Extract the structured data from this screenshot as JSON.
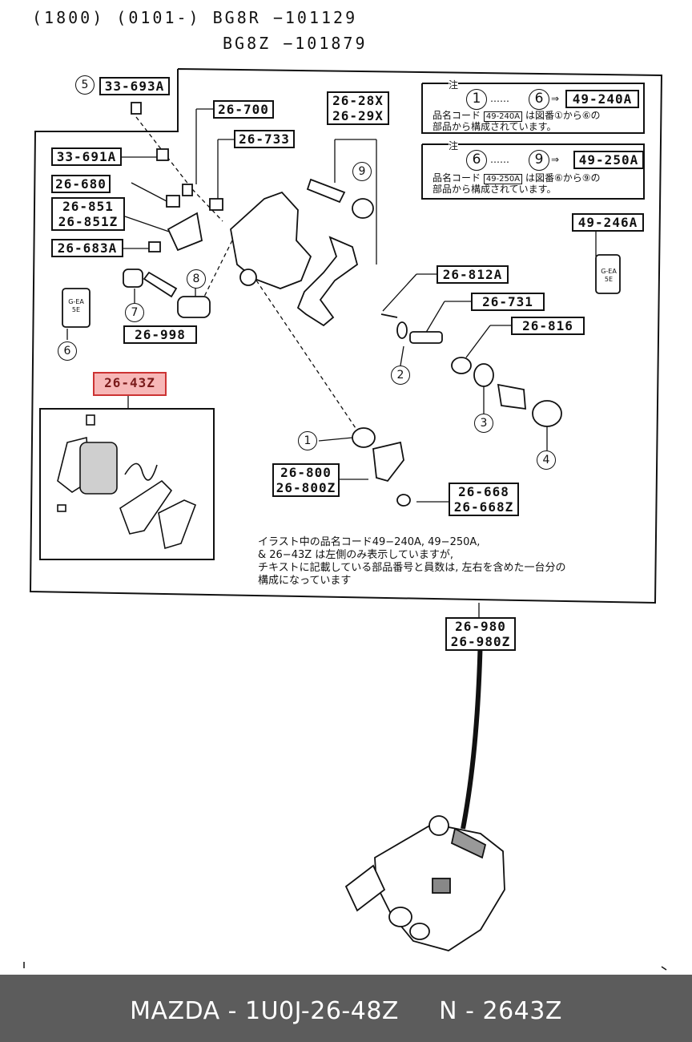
{
  "header": {
    "line1": "(1800) (0101-) BG8R −101129",
    "line2": "BG8Z −101879"
  },
  "notes": {
    "note1": {
      "mark": "注",
      "range_from": "1",
      "dots": "……",
      "range_to": "6",
      "arrow": "⇒",
      "code": "49-240A",
      "line1": "品名コード",
      "line1_code": "49-240A",
      "line1_tail": "は図番①から⑥の",
      "line2": "部品から構成されています。"
    },
    "note2": {
      "mark": "注",
      "range_from": "6",
      "dots": "……",
      "range_to": "9",
      "arrow": "⇒",
      "code": "49-250A",
      "line1": "品名コード",
      "line1_code": "49-250A",
      "line1_tail": "は図番⑥から⑨の",
      "line2": "部品から構成されています。"
    },
    "bottom_note": [
      "イラスト中の品名コード49−240A, 49−250A,",
      "& 26−43Z は左側のみ表示していますが,",
      "チキストに記載している部品番号と員数は, 左右を含めた一台分の",
      "構成になっています"
    ]
  },
  "parts": {
    "p33_693A": "33-693A",
    "p26_700": "26-700",
    "p26_733": "26-733",
    "p26_28X": "26-28X",
    "p26_29X": "26-29X",
    "p33_691A": "33-691A",
    "p26_680": "26-680",
    "p26_851": "26-851",
    "p26_851Z": "26-851Z",
    "p26_683A": "26-683A",
    "p49_246A": "49-246A",
    "p26_812A": "26-812A",
    "p26_731": "26-731",
    "p26_816": "26-816",
    "p26_998": "26-998",
    "p26_43Z": "26-43Z",
    "p26_800": "26-800",
    "p26_800Z": "26-800Z",
    "p26_668": "26-668",
    "p26_668Z": "26-668Z",
    "p26_980": "26-980",
    "p26_980Z": "26-980Z"
  },
  "callouts": {
    "c5": "5",
    "c9": "9",
    "c8": "8",
    "c7": "7",
    "c6": "6",
    "c2": "2",
    "c3": "3",
    "c4": "4",
    "c1": "1"
  },
  "pad_label": "G-EA 5E",
  "footer": {
    "left": "MAZDA - 1U0J-26-48Z",
    "right": "N - 2643Z"
  },
  "colors": {
    "highlight_fill": "#f7b7b7",
    "footer_bg": "#5c5c5c"
  }
}
